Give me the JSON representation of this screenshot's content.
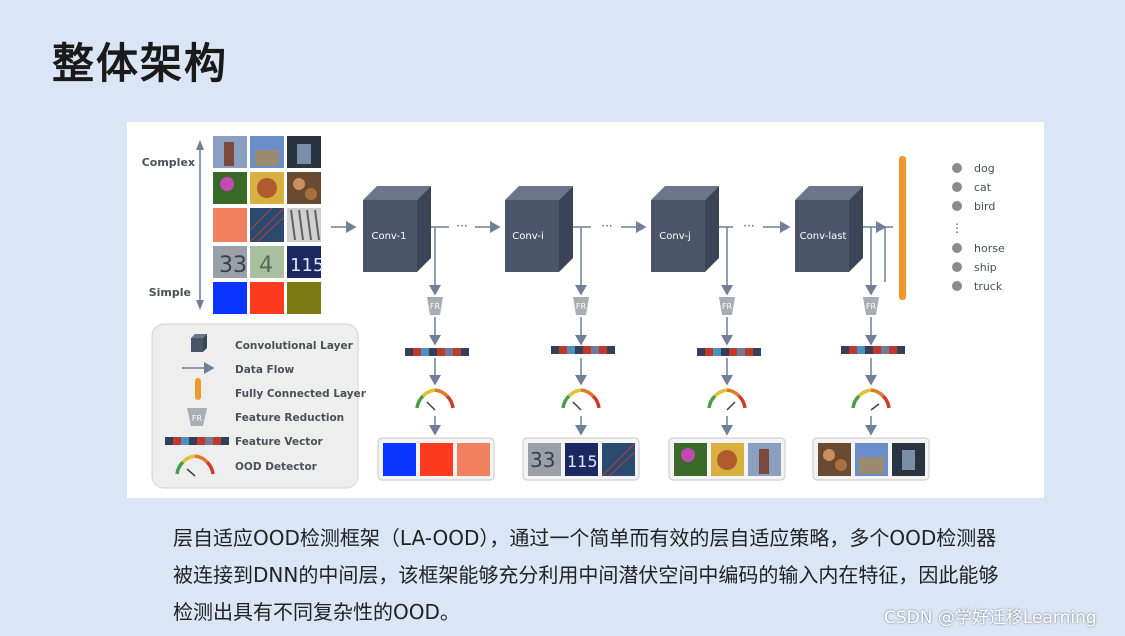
{
  "slide": {
    "title": "整体架构"
  },
  "axis": {
    "top_label": "Complex",
    "bottom_label": "Simple"
  },
  "layers": [
    "Conv-1",
    "Conv-i",
    "Conv-j",
    "Conv-last"
  ],
  "ellipsis": "···",
  "fr_label": "FR",
  "classes": {
    "top": [
      "dog",
      "cat",
      "bird"
    ],
    "vdots": "⋮",
    "bottom": [
      "horse",
      "ship",
      "truck"
    ]
  },
  "legend": [
    {
      "label": "Convolutional Layer",
      "icon": "convolutional-layer-icon"
    },
    {
      "label": "Data Flow",
      "icon": "data-flow-arrow-icon"
    },
    {
      "label": "Fully Connected Layer",
      "icon": "fully-connected-layer-icon"
    },
    {
      "label": "Feature Reduction",
      "icon": "feature-reduction-icon",
      "icon_text": "FR"
    },
    {
      "label": "Feature Vector",
      "icon": "feature-vector-icon"
    },
    {
      "label": "OOD Detector",
      "icon": "ood-detector-gauge-icon"
    }
  ],
  "colors": {
    "conv_front": "#4a5569",
    "conv_top": "#6b768d",
    "conv_side": "#3a4456",
    "arrow": "#6e7f96",
    "fc_bar": "#f0982a",
    "fr_fill": "#a9adb4",
    "vector_cells": [
      "#34405a",
      "#c0392b",
      "#4a90c2",
      "#34405a",
      "#c0392b",
      "#6b7d9a",
      "#c0392b",
      "#34405a"
    ],
    "gauge": [
      "#4a9e4a",
      "#e0c23a",
      "#e07a2a",
      "#d03a2a"
    ],
    "node": "#8c8c8c",
    "accent_red": "#ff3b1f",
    "accent_blue": "#0a35ff"
  },
  "caption": {
    "text": "层自适应OOD检测框架（LA-OOD），通过一个简单而有效的层自适应策略，多个OOD检测器被连接到DNN的中间层，该框架能够充分利用中间潜伏空间中编码的输入内在特征，因此能够检测出具有不同复杂性的OOD。"
  },
  "watermark": "CSDN @学好迁移Learning"
}
